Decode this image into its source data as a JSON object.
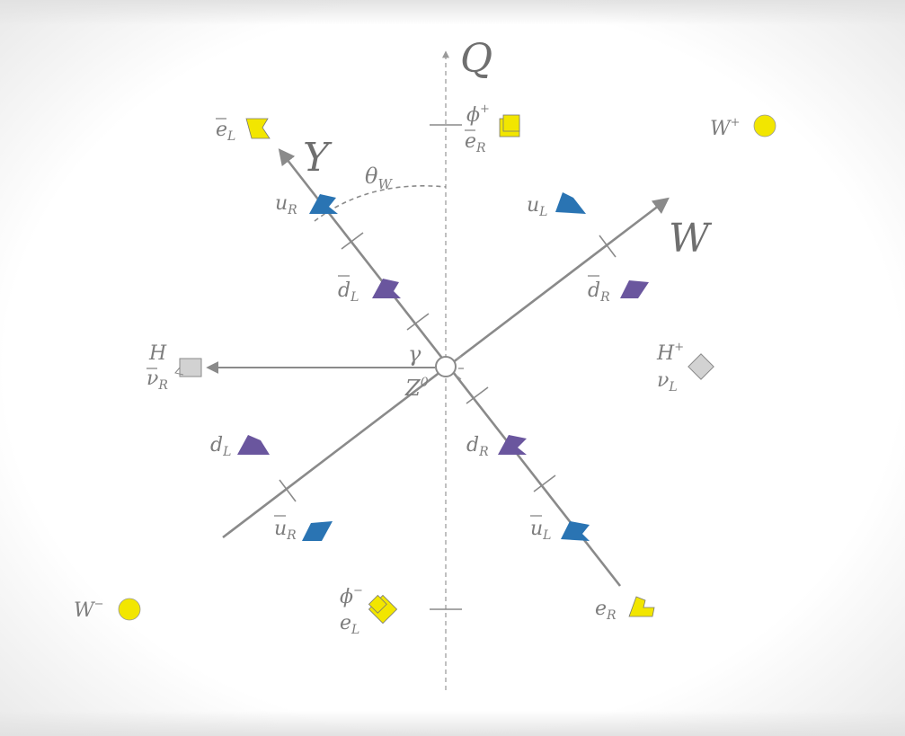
{
  "colors": {
    "yellow": "#f2e600",
    "blue": "#2a74b3",
    "purple": "#6a569e",
    "gray": "#d2d2d2",
    "axis": "#8a8a8a"
  },
  "axes": {
    "q": "Q",
    "y": "Y",
    "w": "W",
    "theta": "θ",
    "theta_sub": "W",
    "gamma": "γ",
    "z": "Z",
    "z_sup": "0"
  },
  "particles": {
    "e_bar_L": {
      "base": "e",
      "sub": "L",
      "bar": true,
      "icon": "yellow-fermion-icon"
    },
    "phi_plus": {
      "base": "ϕ",
      "sup": "+",
      "icon": "yellow-scalar-icon"
    },
    "e_bar_R": {
      "base": "e",
      "sub": "R",
      "bar": true
    },
    "W_plus": {
      "base": "W",
      "sup": "+",
      "icon": "yellow-circle-icon"
    },
    "u_R": {
      "base": "u",
      "sub": "R",
      "icon": "blue-fermion-icon"
    },
    "u_L": {
      "base": "u",
      "sub": "L",
      "icon": "blue-fermion-icon"
    },
    "d_bar_L": {
      "base": "d",
      "sub": "L",
      "bar": true,
      "icon": "purple-fermion-icon"
    },
    "d_bar_R": {
      "base": "d",
      "sub": "R",
      "bar": true,
      "icon": "purple-fermion-icon"
    },
    "H": {
      "base": "H"
    },
    "nu_bar_R": {
      "base": "ν",
      "sub": "R",
      "bar": true,
      "icon": "gray-square-icon"
    },
    "H_plus": {
      "base": "H",
      "sup": "+"
    },
    "nu_L": {
      "base": "ν",
      "sub": "L",
      "icon": "gray-diamond-icon"
    },
    "d_L": {
      "base": "d",
      "sub": "L",
      "icon": "purple-fermion-icon"
    },
    "d_R": {
      "base": "d",
      "sub": "R",
      "icon": "purple-fermion-icon"
    },
    "u_bar_R": {
      "base": "u",
      "sub": "R",
      "bar": true,
      "icon": "blue-fermion-icon"
    },
    "u_bar_L": {
      "base": "u",
      "sub": "L",
      "bar": true,
      "icon": "blue-fermion-icon"
    },
    "W_minus": {
      "base": "W",
      "sup": "−",
      "icon": "yellow-circle-icon"
    },
    "phi_minus": {
      "base": "ϕ",
      "sup": "−",
      "icon": "yellow-scalar-icon"
    },
    "e_L": {
      "base": "e",
      "sub": "L"
    },
    "e_R": {
      "base": "e",
      "sub": "R",
      "icon": "yellow-fermion-icon"
    }
  }
}
